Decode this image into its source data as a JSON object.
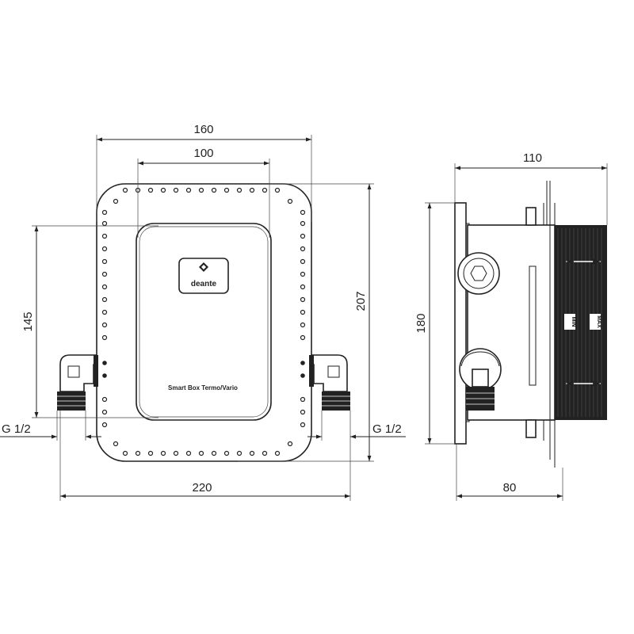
{
  "front_view": {
    "dim_width_outer": "160",
    "dim_width_inner": "100",
    "dim_height_total": "207",
    "dim_height_inner": "145",
    "dim_width_overall": "220",
    "thread_left": "G 1/2",
    "thread_right": "G 1/2",
    "brand": "deante",
    "product_label": "Smart Box Termo/Vario"
  },
  "side_view": {
    "dim_depth_total": "110",
    "dim_height": "180",
    "dim_depth_body": "80",
    "mark_min": "MIN",
    "mark_max": "MAX"
  }
}
